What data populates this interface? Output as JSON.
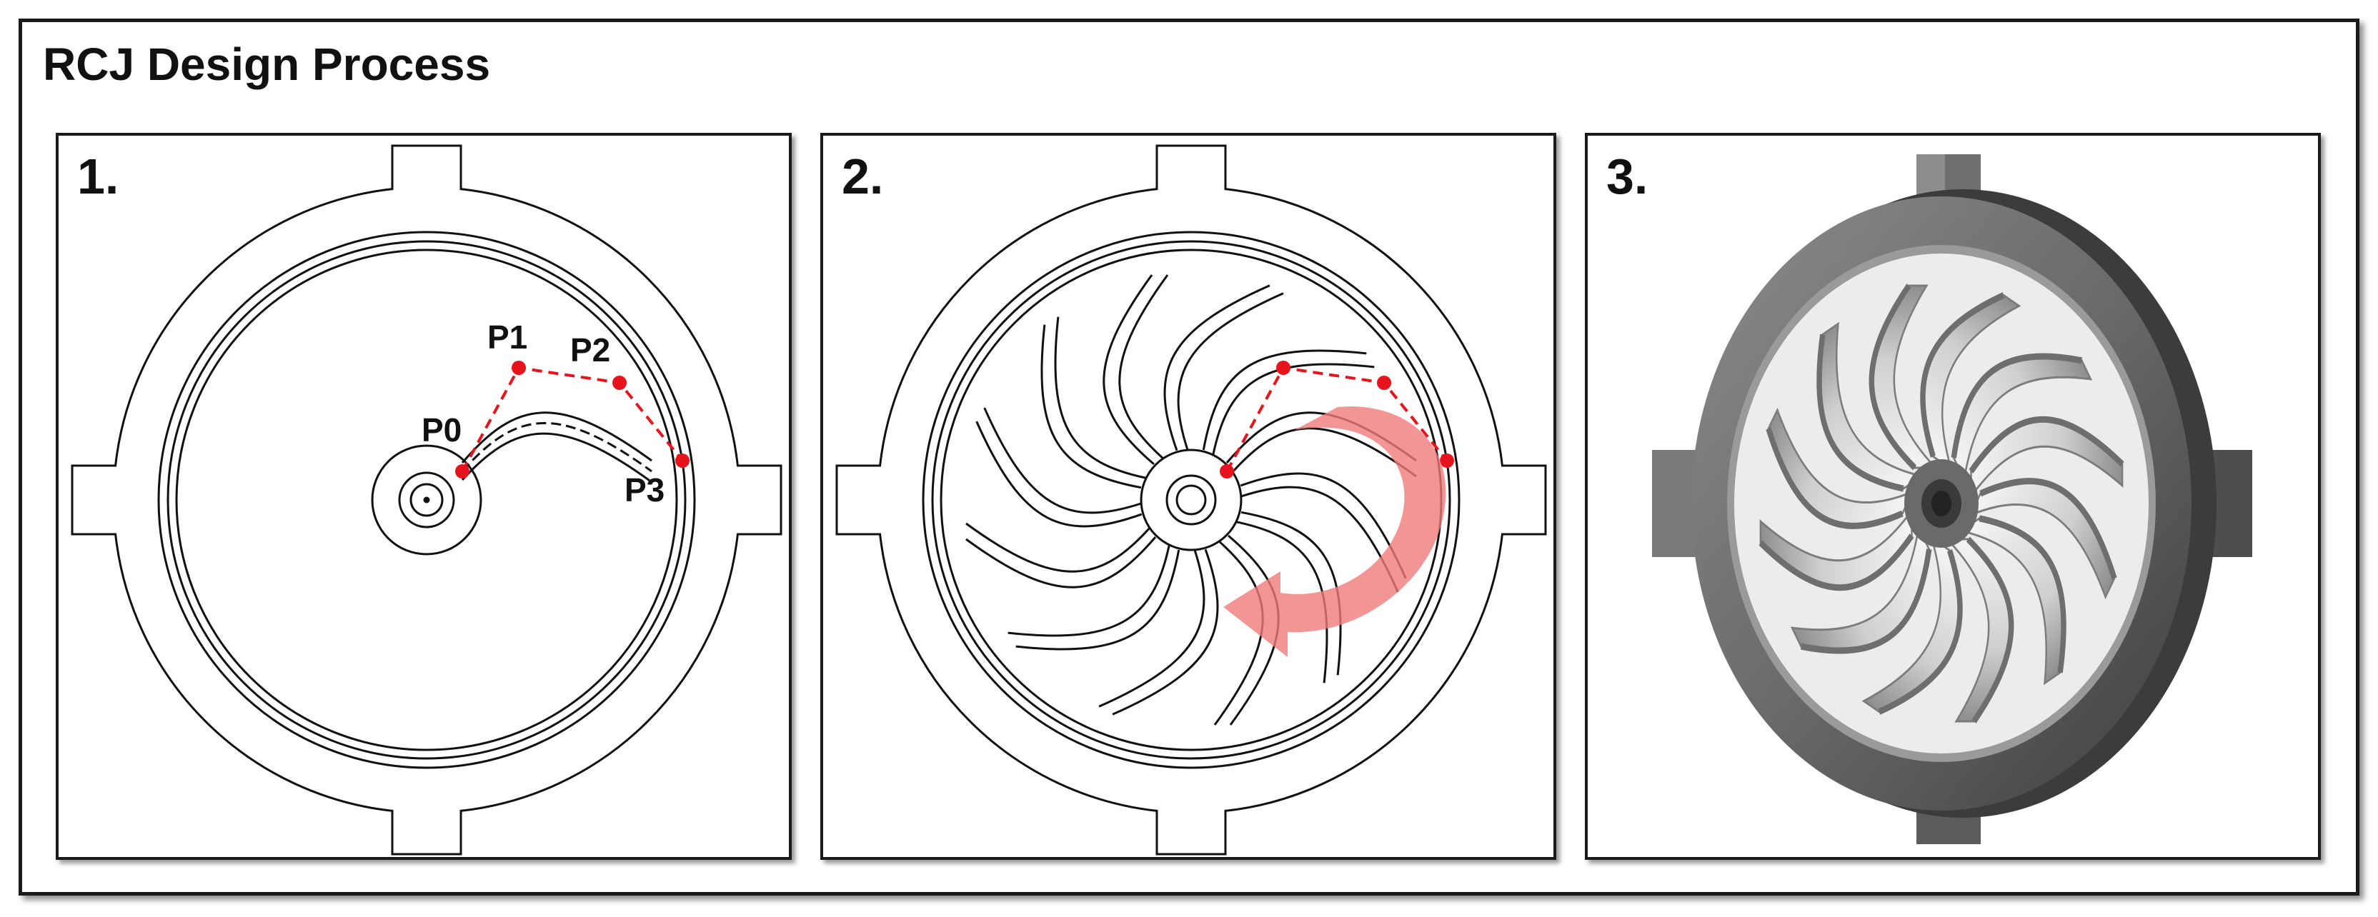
{
  "figure": {
    "title": "RCJ Design Process",
    "panels": [
      {
        "number": "1.",
        "points": [
          "P0",
          "P1",
          "P2",
          "P3"
        ]
      },
      {
        "number": "2."
      },
      {
        "number": "3."
      }
    ]
  },
  "colors": {
    "line": "#111111",
    "control": "#e8141c",
    "arrow": "#f07a7a",
    "metal_dark": "#5a5a5a",
    "metal_mid": "#8a8a8a",
    "metal_light": "#e8e8e8"
  },
  "icons": [
    "rotation-arrow-icon"
  ]
}
